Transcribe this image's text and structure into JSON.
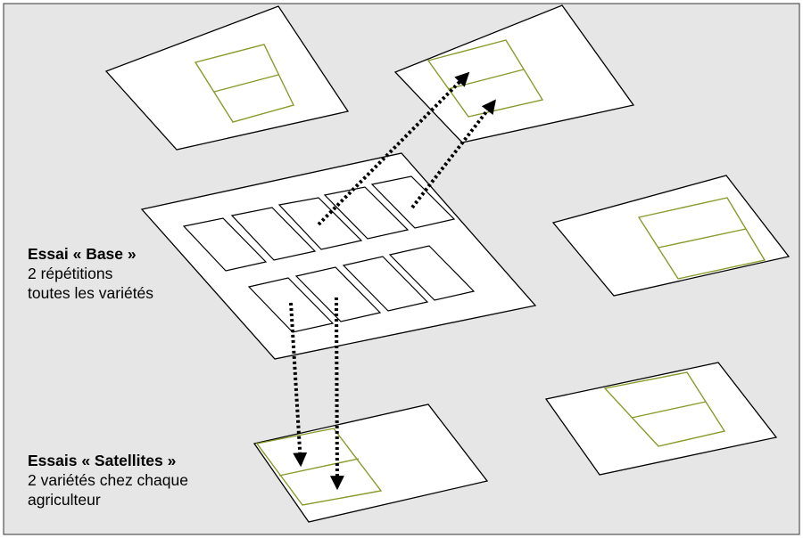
{
  "colors": {
    "background": "#e6e6e6",
    "frame": "#333333",
    "plot_fill": "#ffffff",
    "plot_stroke": "#000000",
    "subplot_stroke": "#8a9a2a",
    "arrow": "#000000"
  },
  "base_trial": {
    "title": "Essai « Base »",
    "line1": "2 répétitions",
    "line2": "toutes les variétés"
  },
  "satellite_trials": {
    "title": "Essais « Satellites »",
    "line1": "2 variétés chez chaque",
    "line2": "agriculteur"
  }
}
